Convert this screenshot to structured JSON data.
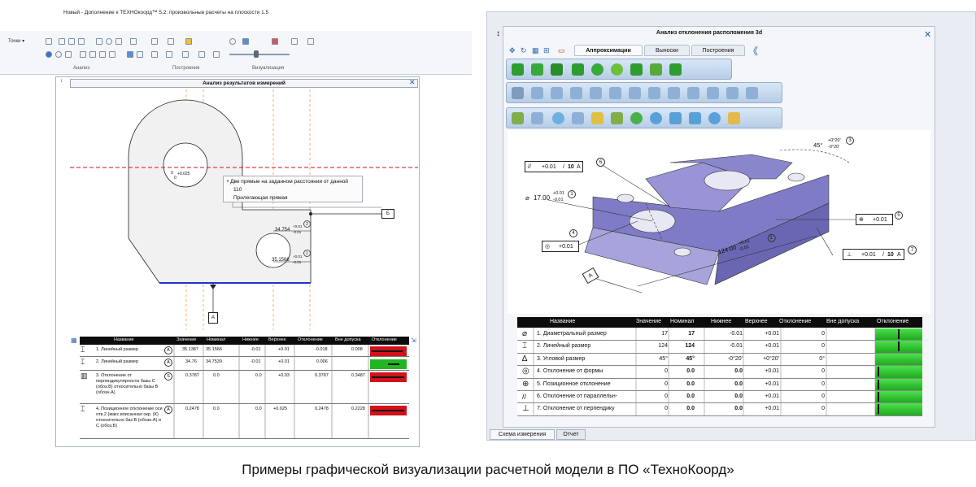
{
  "left": {
    "title": "Новый - Дополнение к ТЕХНОкоорд™ 5.2: произвольные расчеты на плоскости 1.5",
    "ribbon": {
      "points_btn": "Точки ▾",
      "groups": [
        "Анализ",
        "Построения",
        "Визуализация"
      ]
    },
    "panel_title": "Анализ результатов измерений",
    "tooltip": {
      "line1": "• Две прямые на заданном расстоянии от данной",
      "line2": "110",
      "line3": "Прилегающая прямая"
    },
    "drawing": {
      "dim1_value": "34.754",
      "dim1_tol": "+0.01\n-0.01",
      "dim1_tol_up": "+0.01",
      "dim1_tol_low": "-0.01",
      "dim2_value": "35.1566",
      "dim2_tol_up": "+0.01",
      "dim2_tol_low": "-0.01",
      "circle_tol": "+0.025",
      "circle_zero1": "0",
      "circle_zero2": "0",
      "badge2": "2",
      "badge1": "1",
      "datum_b": "Б",
      "datum_a": "А"
    },
    "table": {
      "headers": [
        "Название",
        "Значение",
        "Номинал",
        "Нижнее",
        "Верхнее",
        "Отклонение",
        "Вне допуска",
        "Отклонение"
      ],
      "rows": [
        {
          "name": "1. Линейный размер",
          "badge": "А",
          "value": "35.1387",
          "nominal": "35.1566",
          "lower": "-0.01",
          "upper": "+0.01",
          "dev": "-0.018",
          "out": "0.008"
        },
        {
          "name": "2. Линейный размер",
          "badge": "А",
          "value": "34.76",
          "nominal": "34.7539",
          "lower": "-0.01",
          "upper": "+0.01",
          "dev": "0.006",
          "out": ""
        },
        {
          "name": "3. Отклонение от перпендикулярности базы С (обоз.В) относительно базы В (обозн.А)",
          "badge": "S",
          "value": "0.3787",
          "nominal": "0.0",
          "lower": "0.0",
          "upper": "+0.03",
          "dev": "0.3787",
          "out": "0.3487"
        },
        {
          "name": "4. Позиционное отклонение оси отв.2 (макс.вписанная окр. (К) относительно баз В (обозн.А) и С (обоз.Б)",
          "badge": "А",
          "value": "0.2478",
          "nominal": "0.0",
          "lower": "0.0",
          "upper": "+0.025",
          "dev": "0.2478",
          "out": "0.2228"
        }
      ]
    }
  },
  "right": {
    "panel_title": "Анализ отклонения расположения 3d",
    "tabs": [
      "Аппроксимации",
      "Выноски",
      "Построения"
    ],
    "collapse": "《",
    "callouts": {
      "parallel": {
        "tol": "+0.01",
        "sep": "/",
        "len": "10",
        "base": "A",
        "num": "6"
      },
      "diameter": {
        "sym": "⌀",
        "value": "17.00",
        "tol_up": "+0.01",
        "tol_low": "-0.01",
        "num": "1"
      },
      "form": {
        "tol": "+0.01",
        "num": "4"
      },
      "position": {
        "tol": "+0.01",
        "num": "5"
      },
      "perp": {
        "tol": "+0.01",
        "sep": "/",
        "len": "10",
        "base": "A",
        "num": "7"
      },
      "angle": {
        "value": "45°",
        "tol_up": "+0°20'",
        "tol_low": "-0°20'",
        "num": "3"
      },
      "length": {
        "value": "124.00",
        "tol_up": "+0.01",
        "tol_low": "-0.01",
        "num": "2"
      },
      "datum": "A"
    },
    "table": {
      "headers": [
        "Название",
        "Значение",
        "Номинал",
        "Нижнее",
        "Верхнее",
        "Отклонение",
        "Вне допуска",
        "Отклонение"
      ],
      "rows": [
        {
          "icon": "⌀",
          "name": "1. Диаметральный размер",
          "value": "17",
          "nominal": "17",
          "lower": "-0.01",
          "upper": "+0.01",
          "dev": "0",
          "out": ""
        },
        {
          "icon": "⌶",
          "name": "2. Линейный размер",
          "value": "124",
          "nominal": "124",
          "lower": "-0.01",
          "upper": "+0.01",
          "dev": "0",
          "out": ""
        },
        {
          "icon": "∆",
          "name": "3. Угловой размер",
          "value": "45°",
          "nominal": "45°",
          "lower": "-0°20'",
          "upper": "+0°20'",
          "dev": "0°",
          "out": ""
        },
        {
          "icon": "◎",
          "name": "4. Отклонение от формы",
          "value": "0",
          "nominal": "0.0",
          "lower": "0.0",
          "upper": "+0.01",
          "dev": "0",
          "out": ""
        },
        {
          "icon": "⊕",
          "name": "5. Позиционное отклонение",
          "value": "0",
          "nominal": "0.0",
          "lower": "0.0",
          "upper": "+0.01",
          "dev": "0",
          "out": ""
        },
        {
          "icon": "//",
          "name": "6. Отклонение от параллельн-",
          "value": "0",
          "nominal": "0.0",
          "lower": "0.0",
          "upper": "+0.01",
          "dev": "0",
          "out": ""
        },
        {
          "icon": "⊥",
          "name": "7. Отклонение от перпендику",
          "value": "0",
          "nominal": "0.0",
          "lower": "0.0",
          "upper": "+0.01",
          "dev": "0",
          "out": ""
        }
      ]
    },
    "bottom_tabs": [
      "Схема измерения",
      "Отчет"
    ]
  },
  "caption": "Примеры графической визуализации расчетной модели в ПО «ТехноКоорд»",
  "colors": {
    "accent_red": "#d2111b",
    "accent_green": "#22b522",
    "base_blue": "#2233cc",
    "part_purple": "#8f8bcf"
  }
}
